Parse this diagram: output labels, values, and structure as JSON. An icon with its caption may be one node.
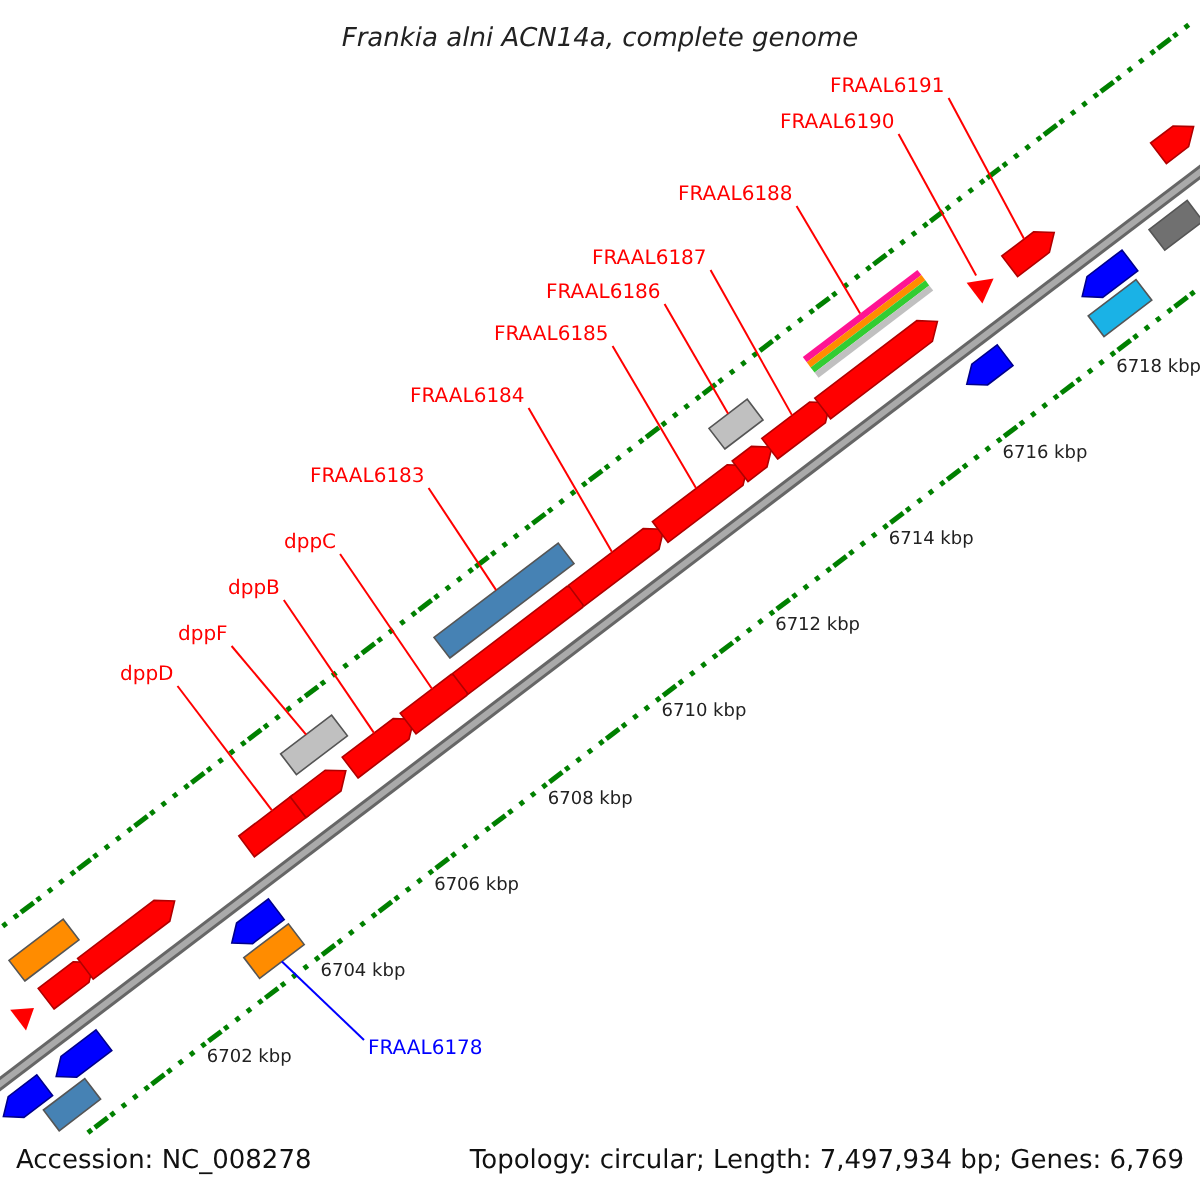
{
  "diagram": {
    "title": "Frankia alni ACN14a, complete genome",
    "nodes": [
      {
        "text": [
          "FRAAL6191"
        ]
      },
      {
        "text": [
          "FRAAL6190"
        ]
      },
      {
        "text": [
          "FRAAL6188"
        ]
      },
      {
        "text": [
          "FRAAL6187"
        ]
      },
      {
        "text": [
          "FRAAL6186"
        ]
      },
      {
        "text": [
          "FRAAL6185"
        ]
      },
      {
        "text": [
          "FRAAL6184"
        ]
      },
      {
        "text": [
          "FRAAL6183"
        ]
      },
      {
        "text": [
          "dppC"
        ]
      },
      {
        "text": [
          "dppB"
        ]
      },
      {
        "text": [
          "dppF"
        ]
      },
      {
        "text": [
          "dppD"
        ]
      },
      {
        "text": [
          "FRAAL6178"
        ]
      },
      {
        "text": [],
        "shape": "pentagon"
      },
      {
        "text": [],
        "shape": "triangle"
      },
      {
        "text": [],
        "shape": "box"
      },
      {
        "text": [],
        "shape": "pentagon"
      },
      {
        "text": [],
        "shape": "box"
      },
      {
        "text": [],
        "shape": "pentagon"
      },
      {
        "text": [],
        "shape": "pentagon"
      },
      {
        "text": [],
        "shape": "pentagon"
      },
      {
        "text": [],
        "shape": "box"
      },
      {
        "text": [],
        "shape": "pentagon"
      },
      {
        "text": [],
        "shape": "box"
      },
      {
        "text": [],
        "shape": "pentagon"
      },
      {
        "text": [],
        "shape": "pentagon"
      },
      {
        "text": [],
        "shape": "pentagon"
      },
      {
        "text": [],
        "shape": "box"
      },
      {
        "text": [],
        "shape": "pentagon"
      },
      {
        "text": [],
        "shape": "pentagon"
      },
      {
        "text": [],
        "shape": "pentagon"
      },
      {
        "text": [],
        "shape": "box"
      },
      {
        "text": [],
        "shape": "pentagon"
      },
      {
        "text": [],
        "shape": "pentagon"
      },
      {
        "text": [],
        "shape": "bar"
      },
      {
        "text": [],
        "shape": "pentagon"
      },
      {
        "text": [],
        "shape": "triangle"
      },
      {
        "text": [],
        "shape": "pentagon"
      },
      {
        "text": [],
        "shape": "pentagon"
      },
      {
        "text": [],
        "shape": "pentagon"
      },
      {
        "text": [],
        "shape": "box"
      },
      {
        "text": [],
        "shape": "pentagon"
      },
      {
        "text": [],
        "shape": "box"
      }
    ],
    "edges": [
      {
        "from": 0,
        "to": 38,
        "arrow": "none"
      },
      {
        "from": 1,
        "to": 36,
        "arrow": "none"
      },
      {
        "from": 2,
        "to": 34,
        "arrow": "none"
      },
      {
        "from": 3,
        "to": 33,
        "arrow": "none"
      },
      {
        "from": 4,
        "to": 31,
        "arrow": "none"
      },
      {
        "from": 5,
        "to": 30,
        "arrow": "none"
      },
      {
        "from": 6,
        "to": 29,
        "arrow": "none"
      },
      {
        "from": 7,
        "to": 27,
        "arrow": "none"
      },
      {
        "from": 8,
        "to": 26,
        "arrow": "none"
      },
      {
        "from": 9,
        "to": 25,
        "arrow": "none"
      },
      {
        "from": 10,
        "to": 23,
        "arrow": "none"
      },
      {
        "from": 11,
        "to": 22,
        "arrow": "none"
      },
      {
        "from": 12,
        "to": 21,
        "arrow": "none",
        "color": "#0000ff"
      }
    ],
    "labels": [
      "6718 kbp",
      "6716 kbp",
      "6714 kbp",
      "6712 kbp",
      "6710 kbp",
      "6708 kbp",
      "6706 kbp",
      "6704 kbp",
      "6702 kbp",
      "Accession: NC_008278",
      "Topology: circular; Length: 7,497,934 bp; Genes: 6,769"
    ]
  }
}
